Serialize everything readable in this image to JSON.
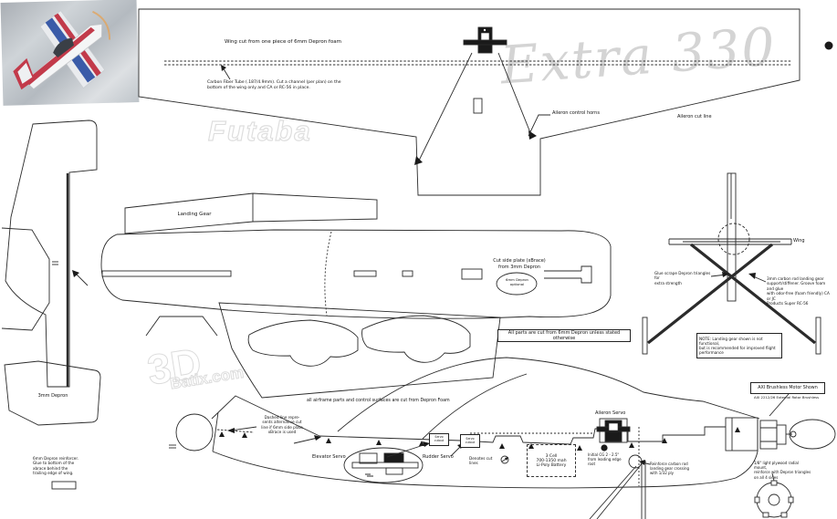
{
  "doc": {
    "plan_title": "Extra 330"
  },
  "watermarks": {
    "brand": "Futaba",
    "site_3d": "3D",
    "site_name": "Batix.com"
  },
  "wing_plan": {
    "one_piece_note": "Wing cut from one piece of 6mm Depron foam",
    "carbon_tube_note": "Carbon Fiber Tube (.187/4.9mm). Cut a channel (per plan) on the\nbottom of the wing only and CA or RC-56 in place.",
    "aileron_horns_label": "Aileron control horns",
    "aileron_cut_label": "Aileron cut line"
  },
  "tail_parts": {
    "fin_material": "3mm Depron",
    "reinforcer_note": "6mm Depron reinforcer.\nGlue to bottom of the\nxbrace behind the\ntrailing edge of wing.",
    "landing_gear_label": "Landing Gear"
  },
  "fuselage_top": {
    "side_plate_note": "Cut side plate (xBrace)\nfrom 3mm Depron",
    "optional_note": "6mm Depron\noptional"
  },
  "general_note": "All parts are cut from 6mm Depron unless stated otherwise",
  "gear_assembly": {
    "wing_label": "Wing",
    "triangles_note": "Glue scrape Depron triangles for\nextra strength",
    "rod_note": "3mm carbon rod landing gear\nsupport/stiffener. Groove foam and glue\nwith odor-free (foam friendly) CA or JC\nProducts Super RC-56",
    "note": "NOTE: Landing gear shown is not functional,\nbut is recommended for improved flight\nperformance"
  },
  "fuselage_side": {
    "airframe_note": "all airframe parts and control surfaces are cut from  Depron Foam",
    "alt_cut_note": "Dashed line repre-\nsents alternative cut\nline if 6mm side plate\nxBrace is used",
    "elevator_servo": "Elevator Servo",
    "rudder_servo": "Rudder Servo",
    "aileron_servo": "Aileron Servo",
    "servo_cutout": "Servo\ncutout",
    "battery": "3 Cell\n700-1350 mah\nLi-Poly Battery",
    "cut_lines_legend": "Denotes cut lines",
    "cg_note": "Initial CG 2 - 2.5\"\nfrom leading edge\nroot",
    "gear_reinforce_note": "Reinforce carbon rod\nlanding gear crossing\nwith 1/32 ply"
  },
  "motor": {
    "title": "AXI Brushless Motor Shown",
    "subtitle": "AXI 2212/26 External Rotor Brushless",
    "mount_note": "1/8\" light plywood radial mount,\nreinforce with Depron triangles\non all 4 sides"
  },
  "colors": {
    "line": "#2b2b2b",
    "watermark": "#d9d9d9",
    "paper": "#ffffff"
  }
}
